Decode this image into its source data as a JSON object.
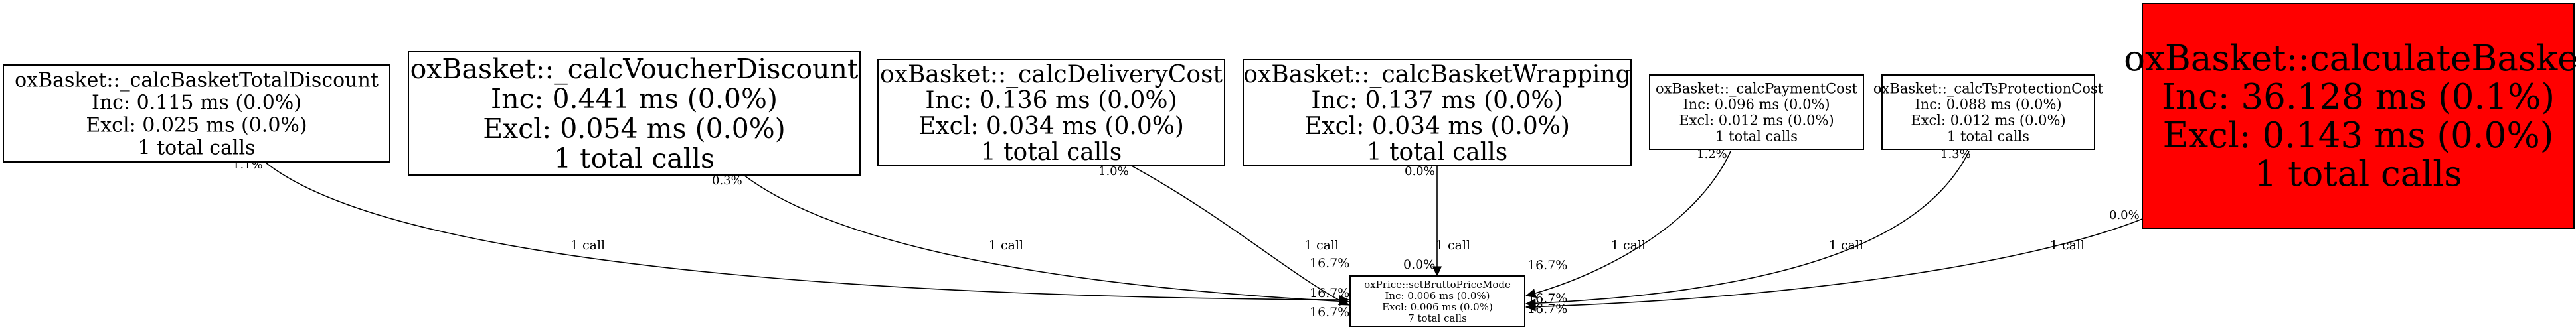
{
  "graph": {
    "nodes": [
      {
        "id": "n1",
        "name": "node-calc-basket-total-discount",
        "lines": [
          "oxBasket::_calcBasketTotalDiscount",
          "Inc: 0.115 ms (0.0%)",
          "Excl: 0.025 ms (0.0%)",
          "1 total calls"
        ]
      },
      {
        "id": "n2",
        "name": "node-calc-voucher-discount",
        "lines": [
          "oxBasket::_calcVoucherDiscount",
          "Inc: 0.441 ms (0.0%)",
          "Excl: 0.054 ms (0.0%)",
          "1 total calls"
        ]
      },
      {
        "id": "n3",
        "name": "node-calc-delivery-cost",
        "lines": [
          "oxBasket::_calcDeliveryCost",
          "Inc: 0.136 ms (0.0%)",
          "Excl: 0.034 ms (0.0%)",
          "1 total calls"
        ]
      },
      {
        "id": "n4",
        "name": "node-calc-basket-wrapping",
        "lines": [
          "oxBasket::_calcBasketWrapping",
          "Inc: 0.137 ms (0.0%)",
          "Excl: 0.034 ms (0.0%)",
          "1 total calls"
        ]
      },
      {
        "id": "n5",
        "name": "node-calc-payment-cost",
        "lines": [
          "oxBasket::_calcPaymentCost",
          "Inc: 0.096 ms (0.0%)",
          "Excl: 0.012 ms (0.0%)",
          "1 total calls"
        ]
      },
      {
        "id": "n6",
        "name": "node-calc-ts-protection-cost",
        "lines": [
          "oxBasket::_calcTsProtectionCost",
          "Inc: 0.088 ms (0.0%)",
          "Excl: 0.012 ms (0.0%)",
          "1 total calls"
        ]
      },
      {
        "id": "n7",
        "name": "node-calculate-basket",
        "lines": [
          "oxBasket::calculateBasket",
          "Inc: 36.128 ms (0.1%)",
          "Excl: 0.143 ms (0.0%)",
          "1 total calls"
        ],
        "fill": "#ff0000"
      },
      {
        "id": "n8",
        "name": "node-set-brutto-price-mode",
        "lines": [
          "oxPrice::setBruttoPriceMode",
          "Inc: 0.006 ms (0.0%)",
          "Excl: 0.006 ms (0.0%)",
          "7 total calls"
        ]
      }
    ],
    "edges": [
      {
        "id": "e1",
        "from": "n1",
        "to": "n8",
        "label": "1 call",
        "tail_pct": "1.1%",
        "head_pct": "16.7%"
      },
      {
        "id": "e2",
        "from": "n2",
        "to": "n8",
        "label": "1 call",
        "tail_pct": "0.3%",
        "head_pct": "16.7%"
      },
      {
        "id": "e3",
        "from": "n3",
        "to": "n8",
        "label": "1 call",
        "tail_pct": "1.0%",
        "head_pct": "16.7%"
      },
      {
        "id": "e4",
        "from": "n4",
        "to": "n8",
        "label": "1 call",
        "tail_pct": "0.0%",
        "head_pct": "0.0%"
      },
      {
        "id": "e5",
        "from": "n5",
        "to": "n8",
        "label": "1 call",
        "tail_pct": "1.2%",
        "head_pct": "16.7%"
      },
      {
        "id": "e6",
        "from": "n6",
        "to": "n8",
        "label": "1 call",
        "tail_pct": "1.3%",
        "head_pct": "16.7%"
      },
      {
        "id": "e7",
        "from": "n7",
        "to": "n8",
        "label": "1 call",
        "tail_pct": "0.0%",
        "head_pct": "16.7%"
      }
    ]
  }
}
